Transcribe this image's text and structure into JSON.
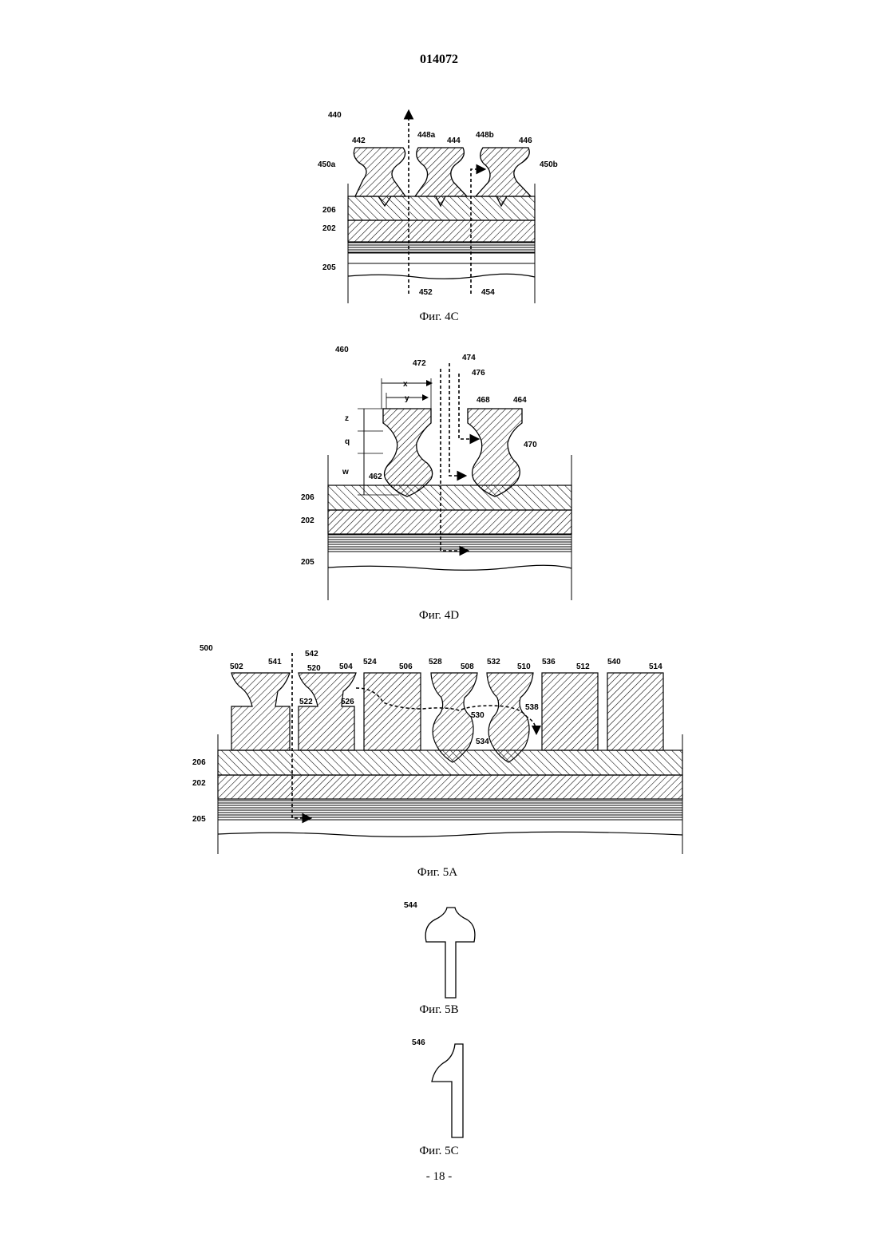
{
  "header": {
    "patent_number": "014072"
  },
  "footer": {
    "page_number": "- 18 -"
  },
  "figures": {
    "fig4c": {
      "caption": "Фиг. 4C",
      "labels": {
        "assembly": "440",
        "rib1": "442",
        "rib2": "444",
        "rib3": "446",
        "gap_a": "448a",
        "gap_b": "448b",
        "tip_a": "450a",
        "tip_b": "450b",
        "layer206": "206",
        "layer202": "202",
        "layer205": "205",
        "path1": "452",
        "path2": "454"
      }
    },
    "fig4d": {
      "caption": "Фиг. 4D",
      "labels": {
        "assembly": "460",
        "path1": "472",
        "path2": "474",
        "path3": "476",
        "rib_a": "462",
        "rib_b": "464",
        "flange": "468",
        "tip": "470",
        "dim_x": "x",
        "dim_y": "y",
        "dim_z": "z",
        "dim_q": "q",
        "dim_w": "w",
        "layer206": "206",
        "layer202": "202",
        "layer205": "205"
      }
    },
    "fig5a": {
      "caption": "Фиг. 5A",
      "labels": {
        "assembly": "500",
        "r502": "502",
        "r504": "504",
        "r506": "506",
        "r508": "508",
        "r510": "510",
        "r512": "512",
        "r514": "514",
        "l520": "520",
        "l522": "522",
        "l524": "524",
        "l526": "526",
        "l528": "528",
        "l530": "530",
        "l532": "532",
        "l534": "534",
        "l536": "536",
        "l538": "538",
        "l540": "540",
        "l541": "541",
        "l542": "542",
        "layer206": "206",
        "layer202": "202",
        "layer205": "205"
      }
    },
    "fig5b": {
      "caption": "Фиг. 5B",
      "labels": {
        "part": "544"
      }
    },
    "fig5c": {
      "caption": "Фиг. 5C",
      "labels": {
        "part": "546"
      }
    }
  }
}
